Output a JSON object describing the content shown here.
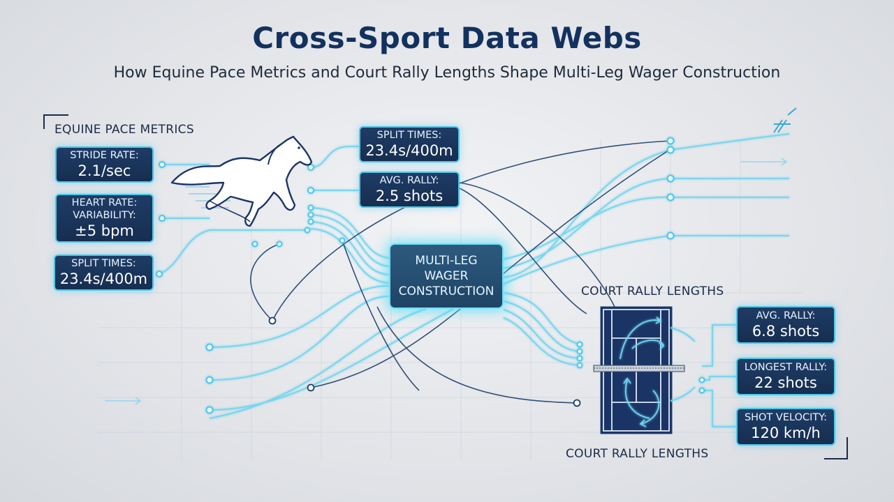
{
  "header": {
    "title": "Cross-Sport Data Webs",
    "subtitle": "How Equine Pace Metrics and Court Rally Lengths Shape Multi-Leg Wager Construction"
  },
  "equine": {
    "section_label": "EQUINE PACE METRICS",
    "metrics": [
      {
        "label": "STRIDE RATE:",
        "value": "2.1/sec"
      },
      {
        "label": "HEART RATE:\nVARIABILITY:",
        "value": "±5 bpm"
      },
      {
        "label": "SPLIT TIMES:",
        "value": "23.4s/400m"
      }
    ]
  },
  "center_top": [
    {
      "label": "SPLIT TIMES:",
      "value": "23.4s/400m"
    },
    {
      "label": "AVG. RALLY:",
      "value": "2.5 shots"
    }
  ],
  "hub": {
    "label": "MULTI-LEG\nWAGER\nCONSTRUCTION"
  },
  "court": {
    "section_label_top": "COURT RALLY LENGTHS",
    "section_label_bottom": "COURT RALLY LENGTHS",
    "metrics": [
      {
        "label": "AVG. RALLY:",
        "value": "6.8 shots"
      },
      {
        "label": "LONGEST RALLY:",
        "value": "22 shots"
      },
      {
        "label": "SHOT VELOCITY:",
        "value": "120 km/h"
      }
    ]
  },
  "colors": {
    "navy": "#13315f",
    "cyan": "#4fc6e6",
    "court": "#1a3466"
  },
  "icons": [
    "horse-icon",
    "tennis-court-icon",
    "sparkle-icon"
  ]
}
